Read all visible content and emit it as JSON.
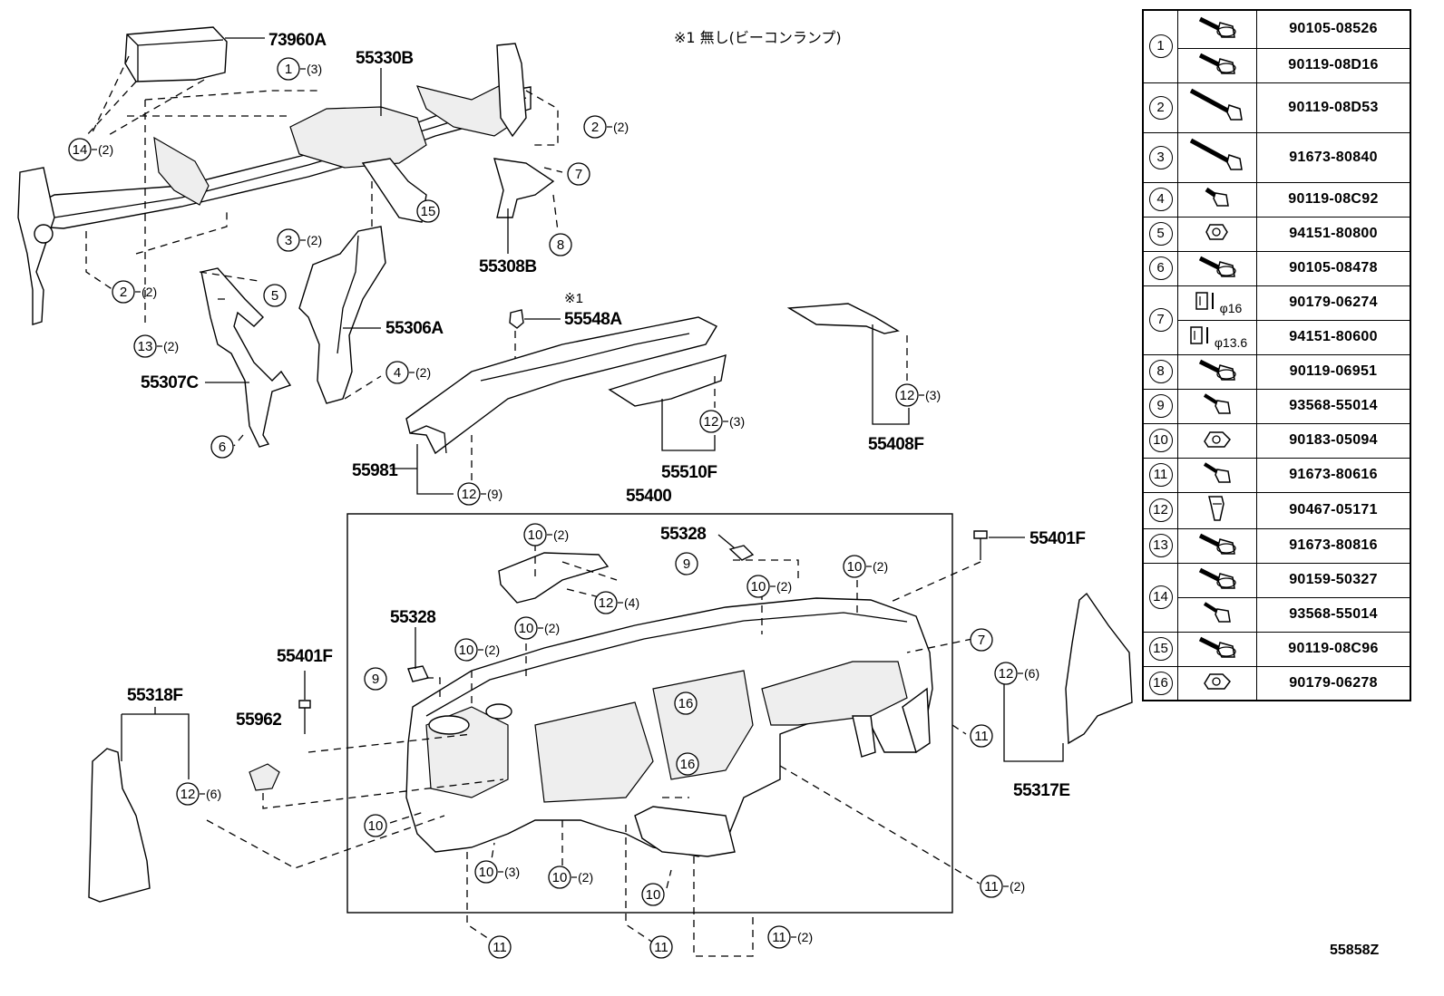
{
  "note": "※1 無し(ビーコンランプ)",
  "footer_code": "55858Z",
  "labels": {
    "p73960A": "73960A",
    "p55330B": "55330B",
    "p55308B": "55308B",
    "p55306A": "55306A",
    "p55307C": "55307C",
    "p55548A": "55548A",
    "p55548A_note": "※1",
    "p55408F": "55408F",
    "p55510F": "55510F",
    "p55981": "55981",
    "p55400": "55400",
    "p55328a": "55328",
    "p55328b": "55328",
    "p55401Fa": "55401F",
    "p55401Fb": "55401F",
    "p55318F": "55318F",
    "p55962": "55962",
    "p55317E": "55317E"
  },
  "callouts": [
    {
      "id": "c1",
      "n": "1",
      "q": "(3)"
    },
    {
      "id": "c2",
      "n": "14",
      "q": "(2)"
    },
    {
      "id": "c3",
      "n": "2",
      "q": "(2)"
    },
    {
      "id": "c4",
      "n": "7",
      "q": ""
    },
    {
      "id": "c5",
      "n": "15",
      "q": ""
    },
    {
      "id": "c6",
      "n": "8",
      "q": ""
    },
    {
      "id": "c7",
      "n": "3",
      "q": "(2)"
    },
    {
      "id": "c8",
      "n": "2",
      "q": "(2)"
    },
    {
      "id": "c9",
      "n": "5",
      "q": ""
    },
    {
      "id": "c10",
      "n": "13",
      "q": "(2)"
    },
    {
      "id": "c11",
      "n": "4",
      "q": "(2)"
    },
    {
      "id": "c12",
      "n": "6",
      "q": ""
    },
    {
      "id": "c13",
      "n": "12",
      "q": "(3)"
    },
    {
      "id": "c14",
      "n": "12",
      "q": "(3)"
    },
    {
      "id": "c15",
      "n": "12",
      "q": "(9)"
    },
    {
      "id": "c16",
      "n": "10",
      "q": "(2)"
    },
    {
      "id": "c17",
      "n": "9",
      "q": ""
    },
    {
      "id": "c18",
      "n": "10",
      "q": "(2)"
    },
    {
      "id": "c19",
      "n": "10",
      "q": "(2)"
    },
    {
      "id": "c20",
      "n": "12",
      "q": "(4)"
    },
    {
      "id": "c21",
      "n": "10",
      "q": "(2)"
    },
    {
      "id": "c22",
      "n": "10",
      "q": "(2)"
    },
    {
      "id": "c23",
      "n": "9",
      "q": ""
    },
    {
      "id": "c24",
      "n": "7",
      "q": ""
    },
    {
      "id": "c25",
      "n": "12",
      "q": "(6)"
    },
    {
      "id": "c26",
      "n": "16",
      "q": ""
    },
    {
      "id": "c27",
      "n": "11",
      "q": ""
    },
    {
      "id": "c28",
      "n": "16",
      "q": ""
    },
    {
      "id": "c29",
      "n": "12",
      "q": "(6)"
    },
    {
      "id": "c30",
      "n": "10",
      "q": ""
    },
    {
      "id": "c31",
      "n": "10",
      "q": "(3)"
    },
    {
      "id": "c32",
      "n": "10",
      "q": "(2)"
    },
    {
      "id": "c33",
      "n": "10",
      "q": ""
    },
    {
      "id": "c34",
      "n": "11",
      "q": "(2)"
    },
    {
      "id": "c35",
      "n": "11",
      "q": ""
    },
    {
      "id": "c36",
      "n": "11",
      "q": ""
    },
    {
      "id": "c37",
      "n": "11",
      "q": "(2)"
    }
  ],
  "fasteners": [
    {
      "idx": "1",
      "parts": [
        {
          "icon": "flange-bolt-icon",
          "pn": "90105-08526"
        },
        {
          "icon": "flange-bolt-icon",
          "pn": "90119-08D16"
        }
      ]
    },
    {
      "idx": "2",
      "parts": [
        {
          "icon": "long-bolt-icon",
          "pn": "90119-08D53"
        }
      ]
    },
    {
      "idx": "3",
      "parts": [
        {
          "icon": "long-bolt-icon",
          "pn": "91673-80840"
        }
      ]
    },
    {
      "idx": "4",
      "parts": [
        {
          "icon": "short-bolt-icon",
          "pn": "90119-08C92"
        }
      ]
    },
    {
      "idx": "5",
      "parts": [
        {
          "icon": "nut-icon",
          "pn": "94151-80800"
        }
      ]
    },
    {
      "idx": "6",
      "parts": [
        {
          "icon": "flange-bolt-icon",
          "pn": "90105-08478"
        }
      ]
    },
    {
      "idx": "7",
      "parts": [
        {
          "icon": "clip-icon",
          "spec": "φ16",
          "pn": "90179-06274"
        },
        {
          "icon": "clip-icon",
          "spec": "φ13.6",
          "pn": "94151-80600"
        }
      ]
    },
    {
      "idx": "8",
      "parts": [
        {
          "icon": "flange-bolt-icon",
          "pn": "90119-06951"
        }
      ]
    },
    {
      "idx": "9",
      "parts": [
        {
          "icon": "screw-icon",
          "pn": "93568-55014"
        }
      ]
    },
    {
      "idx": "10",
      "parts": [
        {
          "icon": "u-nut-icon",
          "pn": "90183-05094"
        }
      ]
    },
    {
      "idx": "11",
      "parts": [
        {
          "icon": "screw-icon",
          "pn": "91673-80616"
        }
      ]
    },
    {
      "idx": "12",
      "parts": [
        {
          "icon": "push-clip-icon",
          "pn": "90467-05171"
        }
      ]
    },
    {
      "idx": "13",
      "parts": [
        {
          "icon": "flange-bolt-icon",
          "pn": "91673-80816"
        }
      ]
    },
    {
      "idx": "14",
      "parts": [
        {
          "icon": "flange-bolt-icon",
          "pn": "90159-50327"
        },
        {
          "icon": "screw-icon",
          "pn": "93568-55014"
        }
      ]
    },
    {
      "idx": "15",
      "parts": [
        {
          "icon": "flange-bolt-icon",
          "pn": "90119-08C96"
        }
      ]
    },
    {
      "idx": "16",
      "parts": [
        {
          "icon": "u-nut-icon",
          "pn": "90179-06278"
        }
      ]
    }
  ]
}
